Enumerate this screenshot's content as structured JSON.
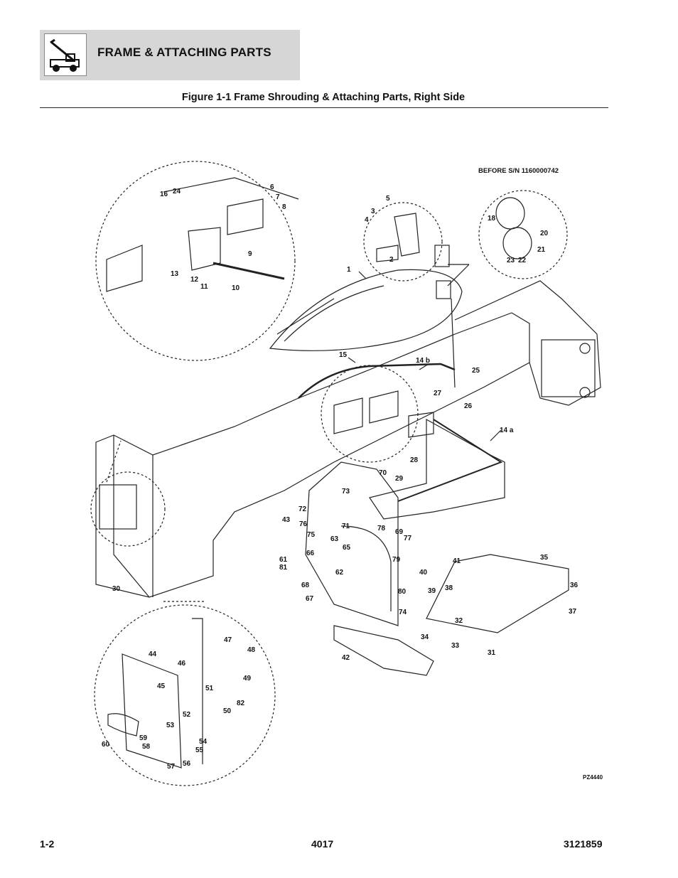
{
  "header": {
    "section_title": "FRAME & ATTACHING PARTS",
    "icon": "telehandler-machine-icon"
  },
  "figure": {
    "title": "Figure 1-1 Frame Shrouding & Attaching Parts, Right Side",
    "serial_note": "BEFORE S/N 1160000742",
    "drawing_code": "PZ4440",
    "callouts": [
      "1",
      "2",
      "3",
      "4",
      "5",
      "6",
      "7",
      "8",
      "9",
      "10",
      "11",
      "12",
      "13",
      "14 a",
      "14 b",
      "15",
      "16",
      "18",
      "20",
      "21",
      "22",
      "23",
      "24",
      "25",
      "26",
      "27",
      "28",
      "29",
      "30",
      "31",
      "32",
      "33",
      "34",
      "35",
      "36",
      "37",
      "38",
      "39",
      "40",
      "41",
      "42",
      "43",
      "44",
      "45",
      "46",
      "47",
      "48",
      "49",
      "50",
      "51",
      "52",
      "53",
      "54",
      "55",
      "56",
      "57",
      "58",
      "59",
      "60",
      "61",
      "62",
      "63",
      "65",
      "66",
      "67",
      "68",
      "69",
      "70",
      "71",
      "72",
      "73",
      "74",
      "75",
      "76",
      "77",
      "78",
      "79",
      "80",
      "81",
      "82"
    ]
  },
  "footer": {
    "page": "1-2",
    "model": "4017",
    "manual_number": "3121859"
  }
}
